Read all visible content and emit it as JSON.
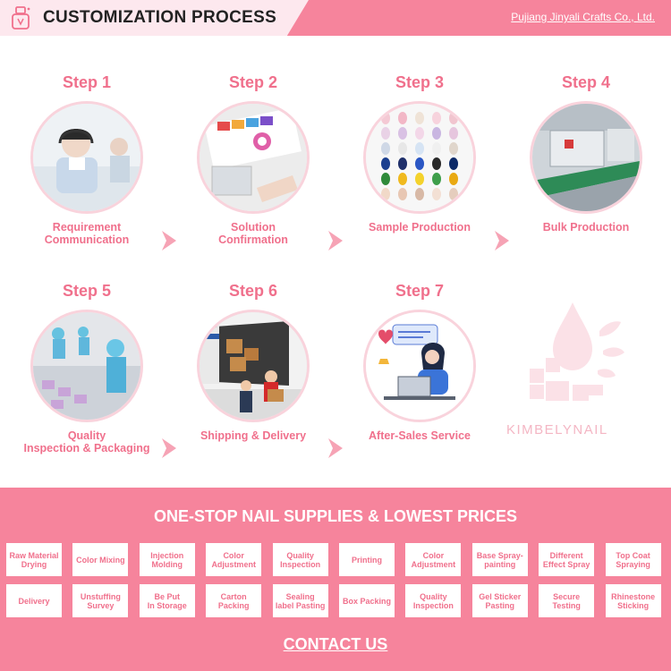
{
  "header": {
    "title": "CUSTOMIZATION PROCESS",
    "company": "Pujiang Jinyali Crafts Co., Ltd.",
    "logo_icon": "nail-bottle-icon"
  },
  "steps": [
    {
      "title": "Step 1",
      "label_lines": [
        "Requirement",
        "Communication"
      ],
      "image": "customer-service-headset-photo"
    },
    {
      "title": "Step 2",
      "label_lines": [
        "Solution",
        "Confirmation"
      ],
      "image": "color-swatch-design-photo"
    },
    {
      "title": "Step 3",
      "label_lines": [
        "Sample Production"
      ],
      "image": "nail-samples-photo"
    },
    {
      "title": "Step 4",
      "label_lines": [
        "Bulk Production"
      ],
      "image": "factory-line-photo"
    },
    {
      "title": "Step 5",
      "label_lines": [
        "Quality",
        "Inspection & Packaging"
      ],
      "image": "packaging-workers-photo"
    },
    {
      "title": "Step 6",
      "label_lines": [
        "Shipping & Delivery"
      ],
      "image": "delivery-truck-photo"
    },
    {
      "title": "Step 7",
      "label_lines": [
        "After-Sales Service"
      ],
      "image": "support-agent-illustration"
    }
  ],
  "watermark": {
    "text": "KIMBELYNAIL",
    "icon": "brand-drop-icon"
  },
  "services": {
    "title": "ONE-STOP NAIL SUPPLIES & LOWEST PRICES",
    "items": [
      [
        "Raw Material",
        "Drying"
      ],
      [
        "Color Mixing"
      ],
      [
        "Injection",
        "Molding"
      ],
      [
        "Color",
        "Adjustment"
      ],
      [
        "Quality",
        "Inspection"
      ],
      [
        "Printing"
      ],
      [
        "Color",
        "Adjustment"
      ],
      [
        "Base Spray-",
        "painting"
      ],
      [
        "Different",
        "Effect Spray"
      ],
      [
        "Top Coat",
        "Spraying"
      ],
      [
        "Delivery"
      ],
      [
        "Unstuffing",
        "Survey"
      ],
      [
        "Be Put",
        "In Storage"
      ],
      [
        "Carton",
        "Packing"
      ],
      [
        "Sealing",
        "label Pasting"
      ],
      [
        "Box Packing"
      ],
      [
        "Quality",
        "Inspection"
      ],
      [
        "Gel Sticker",
        "Pasting"
      ],
      [
        "Secure",
        "Testing"
      ],
      [
        "Rhinestone",
        "Sticking"
      ]
    ]
  },
  "contact": {
    "label": "CONTACT US"
  },
  "colors": {
    "accent": "#f0708c",
    "band": "#f6849c",
    "header_light": "#fde8ee"
  }
}
